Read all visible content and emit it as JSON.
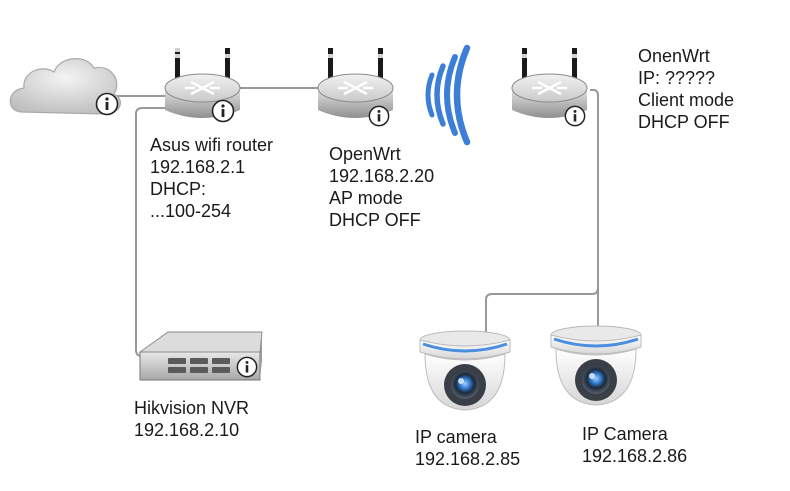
{
  "nodes": {
    "asus_router": {
      "lines": [
        "Asus wifi router",
        "192.168.2.1",
        "DHCP:",
        "...100-254"
      ]
    },
    "openwrt_ap": {
      "lines": [
        "OpenWrt",
        "192.168.2.20",
        "AP mode",
        "DHCP OFF"
      ]
    },
    "openwrt_client": {
      "lines": [
        "OnenWrt",
        "IP: ?????",
        "Client mode",
        "DHCP OFF"
      ]
    },
    "nvr": {
      "lines": [
        "Hikvision NVR",
        "192.168.2.10"
      ]
    },
    "camera_1": {
      "lines": [
        "IP camera",
        "192.168.2.85"
      ]
    },
    "camera_2": {
      "lines": [
        "IP Camera",
        "192.168.2.86"
      ]
    }
  },
  "icons": [
    "cloud-icon",
    "router-icon",
    "wifi-signal-icon",
    "nvr-server-icon",
    "dome-camera-icon",
    "info-badge-icon"
  ],
  "colors": {
    "line": "#999999",
    "wifi": "#3d7fd6",
    "router_body": "#b9b9b9",
    "antenna": "#1a1a1a"
  }
}
